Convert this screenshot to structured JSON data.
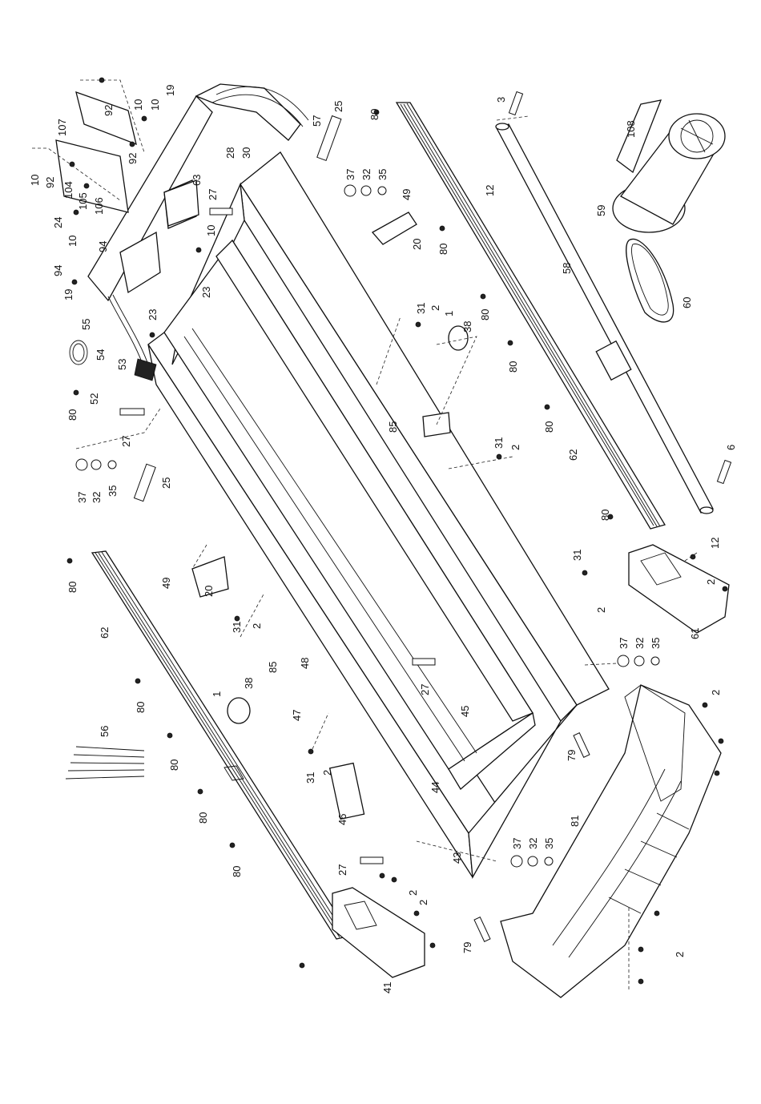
{
  "callouts": [
    "80",
    "80",
    "80",
    "80",
    "80",
    "80",
    "80",
    "80",
    "80",
    "80",
    "80",
    "80",
    "62",
    "62",
    "56",
    "1",
    "1",
    "38",
    "38",
    "31",
    "31",
    "31",
    "31",
    "31",
    "2",
    "2",
    "2",
    "2",
    "2",
    "2",
    "2",
    "2",
    "2",
    "2",
    "85",
    "85",
    "48",
    "47",
    "46",
    "45",
    "44",
    "43",
    "41",
    "79",
    "79",
    "27",
    "27",
    "27",
    "27",
    "37",
    "37",
    "37",
    "37",
    "32",
    "32",
    "32",
    "32",
    "35",
    "35",
    "35",
    "35",
    "25",
    "25",
    "49",
    "49",
    "20",
    "20",
    "23",
    "23",
    "19",
    "19",
    "24",
    "94",
    "94",
    "10",
    "10",
    "10",
    "10",
    "10",
    "92",
    "92",
    "92",
    "104",
    "105",
    "106",
    "107",
    "63",
    "28",
    "30",
    "57",
    "52",
    "53",
    "54",
    "55",
    "3",
    "12",
    "12",
    "58",
    "59",
    "60",
    "61",
    "108",
    "6",
    "81"
  ],
  "parts_text": {
    "upper_rail": "62",
    "lower_rail": "62",
    "front_cover": "81",
    "rear_roller": "58"
  }
}
